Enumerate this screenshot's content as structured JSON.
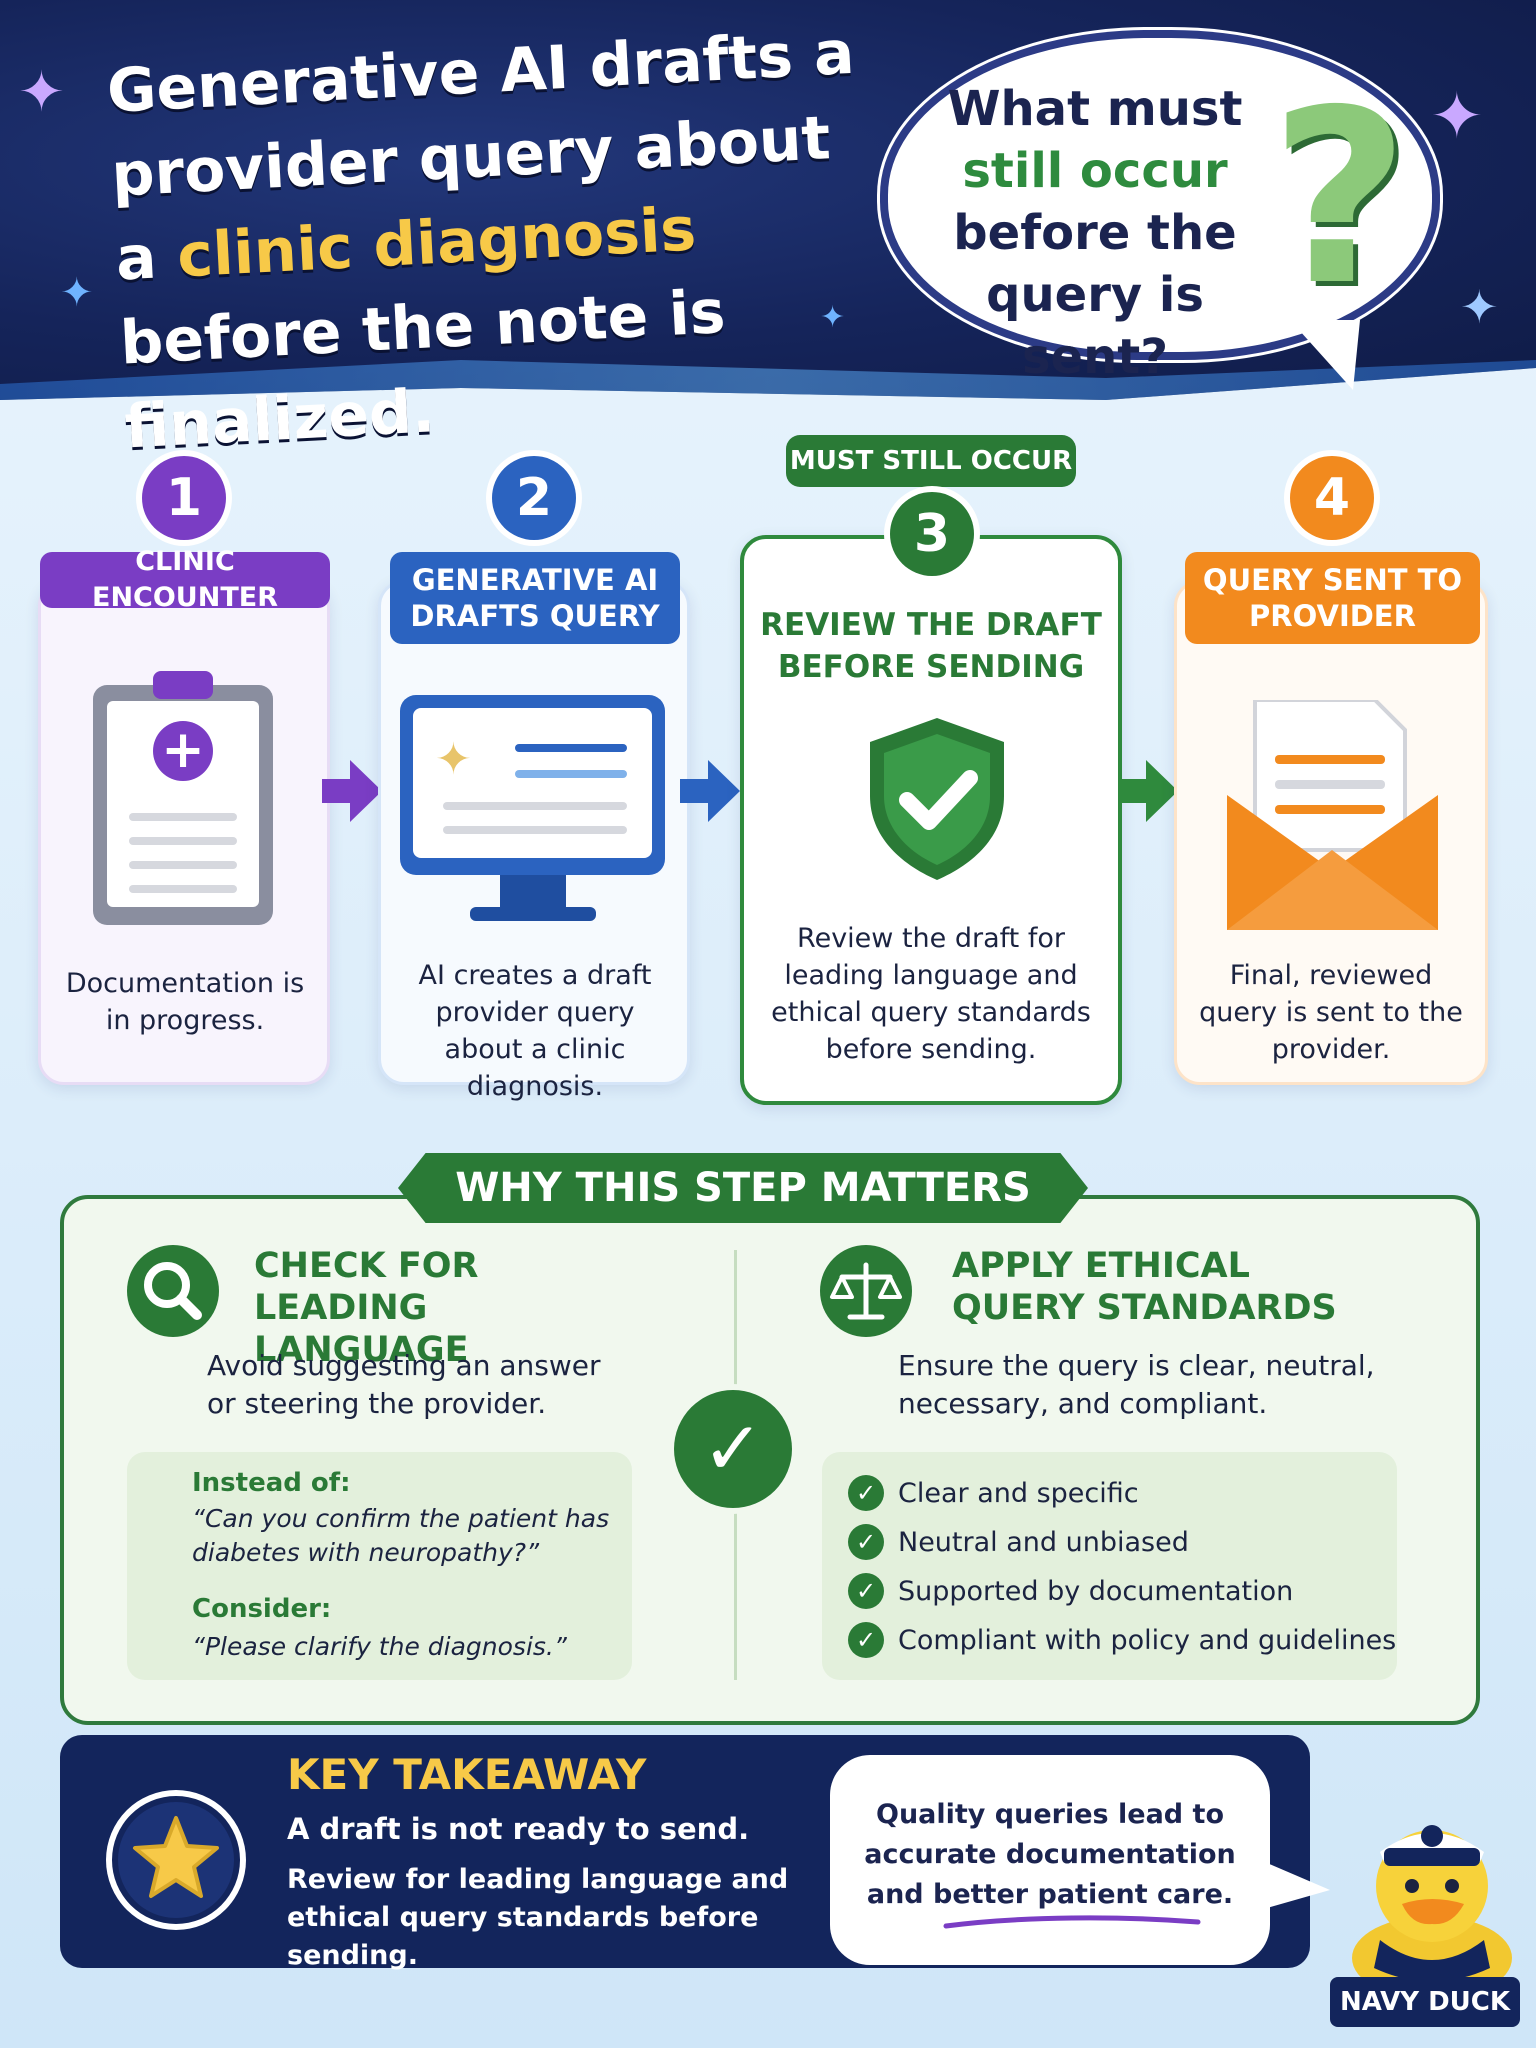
{
  "header": {
    "headline_part1": "Generative AI drafts a provider query about a ",
    "headline_highlight": "clinic diagnosis",
    "headline_part2": " before the note is finalized.",
    "question_part1": "What must",
    "question_highlight": "still occur",
    "question_part2": "before the query is sent?",
    "question_mark": "?"
  },
  "steps": [
    {
      "number": "1",
      "label": "CLINIC ENCOUNTER",
      "description": "Documentation is in progress.",
      "color": "#7a3dc4"
    },
    {
      "number": "2",
      "label": "GENERATIVE AI DRAFTS QUERY",
      "description": "AI creates a draft provider query about a clinic diagnosis.",
      "color": "#2b63c0"
    },
    {
      "number": "3",
      "label": "REVIEW THE DRAFT BEFORE SENDING",
      "badge": "MUST STILL OCCUR",
      "description": "Review the draft for leading language and ethical query standards before sending.",
      "color": "#2a7a36"
    },
    {
      "number": "4",
      "label": "QUERY SENT TO PROVIDER",
      "description": "Final, reviewed query is sent to the provider.",
      "color": "#f28a1e"
    }
  ],
  "why": {
    "title": "WHY THIS STEP MATTERS",
    "left": {
      "title": "CHECK FOR LEADING LANGUAGE",
      "text": "Avoid suggesting an answer or steering the provider.",
      "instead_label": "Instead of:",
      "instead_text": "“Can you confirm the patient has diabetes with neuropathy?”",
      "consider_label": "Consider:",
      "consider_text": "“Please clarify the diagnosis.”"
    },
    "right": {
      "title": "APPLY ETHICAL QUERY STANDARDS",
      "text": "Ensure the query is clear, neutral, necessary, and compliant.",
      "checks": [
        "Clear and specific",
        "Neutral and unbiased",
        "Supported by documentation",
        "Compliant with policy and guidelines"
      ]
    }
  },
  "takeaway": {
    "title": "KEY TAKEAWAY",
    "line1": "A draft is not ready to send.",
    "line2": "Review for leading language and ethical query standards before sending.",
    "quote": "Quality queries lead to accurate documentation and better patient care."
  },
  "mascot": {
    "label": "NAVY DUCK"
  },
  "icons": {
    "step1": "clipboard-medical-icon",
    "step2": "monitor-ai-icon",
    "step3": "shield-check-icon",
    "step4": "envelope-document-icon",
    "why_left": "search-icon",
    "why_right": "scales-icon",
    "takeaway": "star-icon"
  }
}
